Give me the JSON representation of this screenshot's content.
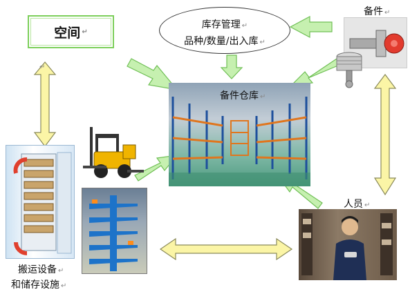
{
  "space": {
    "label": "空间"
  },
  "inventory": {
    "title": "库存管理",
    "subtitle": "品种/数量/出入库"
  },
  "spare_parts": {
    "label": "备件"
  },
  "warehouse": {
    "label": "备件仓库"
  },
  "personnel": {
    "label": "人员"
  },
  "equipment": {
    "line1": "搬运设备",
    "line2": "和储存设施"
  },
  "paragraph_mark": "↵",
  "colors": {
    "green_arrow": "#c6f0b0",
    "green_arrow_stroke": "#6fbf55",
    "yellow_arrow": "#fbf5a6",
    "yellow_arrow_stroke": "#8a8a5a",
    "space_border": "#7ccf5a"
  }
}
